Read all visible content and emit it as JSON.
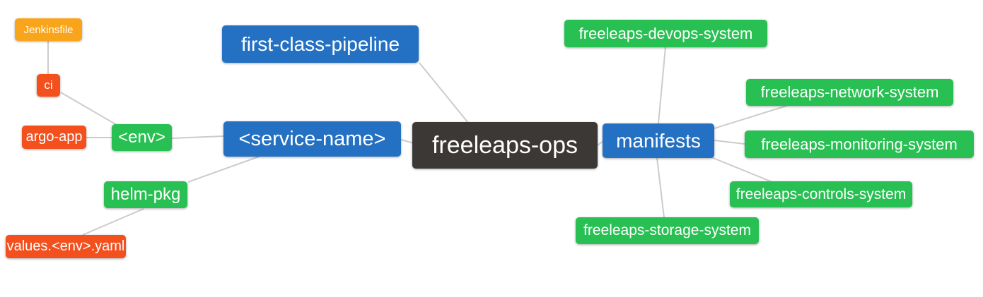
{
  "diagram": {
    "type": "mindmap",
    "background_color": "#ffffff",
    "edge_color": "#cccccc",
    "palette": {
      "root_dark": "#3B3835",
      "branch_blue": "#2470C2",
      "leaf_green": "#28C053",
      "leaf_red": "#F3501E",
      "leaf_orange": "#F8A51B",
      "text": "#ffffff"
    },
    "nodes": {
      "root": {
        "label": "freeleaps-ops",
        "color": "#3B3835"
      },
      "first_class_pipeline": {
        "label": "first-class-pipeline",
        "color": "#2470C2"
      },
      "service_name": {
        "label": "<service-name>",
        "color": "#2470C2"
      },
      "manifests": {
        "label": "manifests",
        "color": "#2470C2"
      },
      "env": {
        "label": "<env>",
        "color": "#28C053"
      },
      "helm_pkg": {
        "label": "helm-pkg",
        "color": "#28C053"
      },
      "jenkinsfile": {
        "label": "Jenkinsfile",
        "color": "#F8A51B"
      },
      "ci": {
        "label": "ci",
        "color": "#F3501E"
      },
      "argo_app": {
        "label": "argo-app",
        "color": "#F3501E"
      },
      "values_env_yaml": {
        "label": "values.<env>.yaml",
        "color": "#F3501E"
      },
      "devops_system": {
        "label": "freeleaps-devops-system",
        "color": "#28C053"
      },
      "network_system": {
        "label": "freeleaps-network-system",
        "color": "#28C053"
      },
      "monitoring_system": {
        "label": "freeleaps-monitoring-system",
        "color": "#28C053"
      },
      "controls_system": {
        "label": "freeleaps-controls-system",
        "color": "#28C053"
      },
      "storage_system": {
        "label": "freeleaps-storage-system",
        "color": "#28C053"
      }
    },
    "edges": [
      [
        "jenkinsfile",
        "ci"
      ],
      [
        "ci",
        "env"
      ],
      [
        "argo_app",
        "env"
      ],
      [
        "env",
        "service_name"
      ],
      [
        "helm_pkg",
        "service_name"
      ],
      [
        "helm_pkg",
        "values_env_yaml"
      ],
      [
        "service_name",
        "root"
      ],
      [
        "first_class_pipeline",
        "root"
      ],
      [
        "root",
        "manifests"
      ],
      [
        "manifests",
        "devops_system"
      ],
      [
        "manifests",
        "network_system"
      ],
      [
        "manifests",
        "monitoring_system"
      ],
      [
        "manifests",
        "controls_system"
      ],
      [
        "manifests",
        "storage_system"
      ]
    ]
  }
}
